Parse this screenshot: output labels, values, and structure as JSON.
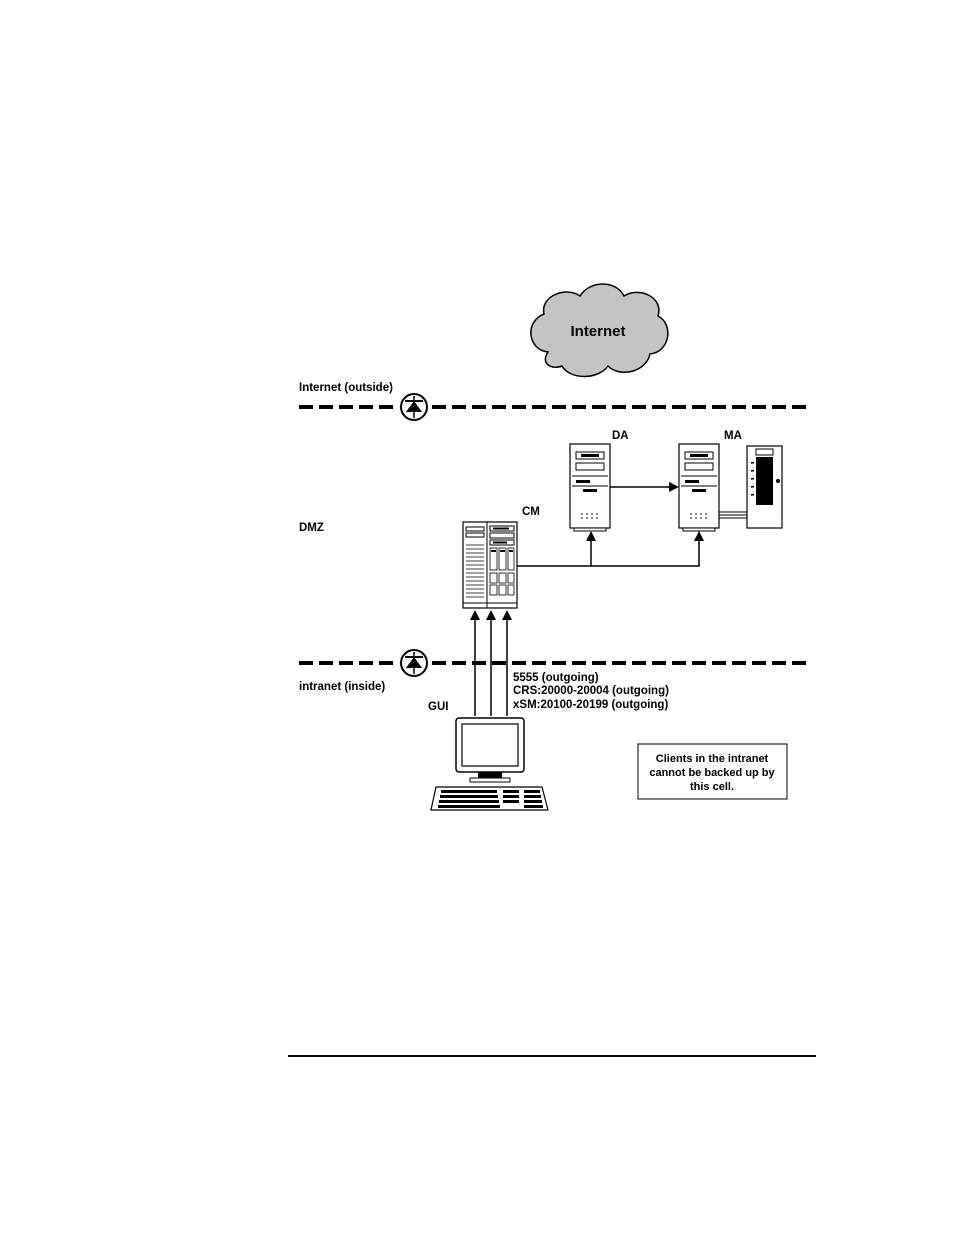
{
  "cloud": {
    "label": "Internet"
  },
  "zones": {
    "outside": "Internet (outside)",
    "dmz": "DMZ",
    "inside": "intranet (inside)"
  },
  "nodes": {
    "da": "DA",
    "ma": "MA",
    "cm": "CM",
    "gui": "GUI"
  },
  "ports": [
    "5555 (outgoing)",
    "CRS:20000-20004 (outgoing)",
    "xSM:20100-20199 (outgoing)"
  ],
  "note": [
    "Clients in the intranet",
    "cannot be backed up by",
    "this cell."
  ],
  "icons": {
    "cloud": "cloud-icon",
    "firewall": "firewall-diode-icon",
    "server": "server-tower-icon",
    "tape_library": "tape-library-icon",
    "workstation": "workstation-icon"
  }
}
